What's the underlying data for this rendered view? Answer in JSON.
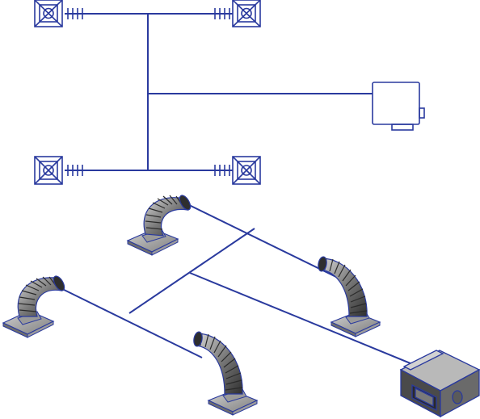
{
  "diagram": {
    "plan_view": {
      "components": [
        {
          "id": "diffuser-top-left",
          "kind": "ceiling-diffuser"
        },
        {
          "id": "diffuser-top-right",
          "kind": "ceiling-diffuser"
        },
        {
          "id": "diffuser-bottom-left",
          "kind": "ceiling-diffuser"
        },
        {
          "id": "diffuser-bottom-right",
          "kind": "ceiling-diffuser"
        },
        {
          "id": "air-handling-unit",
          "kind": "air-handling-unit"
        }
      ]
    },
    "isometric_view": {
      "components": [
        {
          "id": "flex-duct-diffuser-back",
          "kind": "flex-duct-diffuser"
        },
        {
          "id": "flex-duct-diffuser-right",
          "kind": "flex-duct-diffuser"
        },
        {
          "id": "flex-duct-diffuser-left",
          "kind": "flex-duct-diffuser"
        },
        {
          "id": "flex-duct-diffuser-front",
          "kind": "flex-duct-diffuser"
        },
        {
          "id": "air-handling-unit",
          "kind": "air-handling-unit"
        }
      ]
    }
  },
  "colors": {
    "line": "#2a3a9e",
    "duct_dark": "#3c3c3c",
    "duct_mid": "#8a8a8a",
    "duct_light": "#c9c9c9",
    "base": "#9a9a9a"
  }
}
